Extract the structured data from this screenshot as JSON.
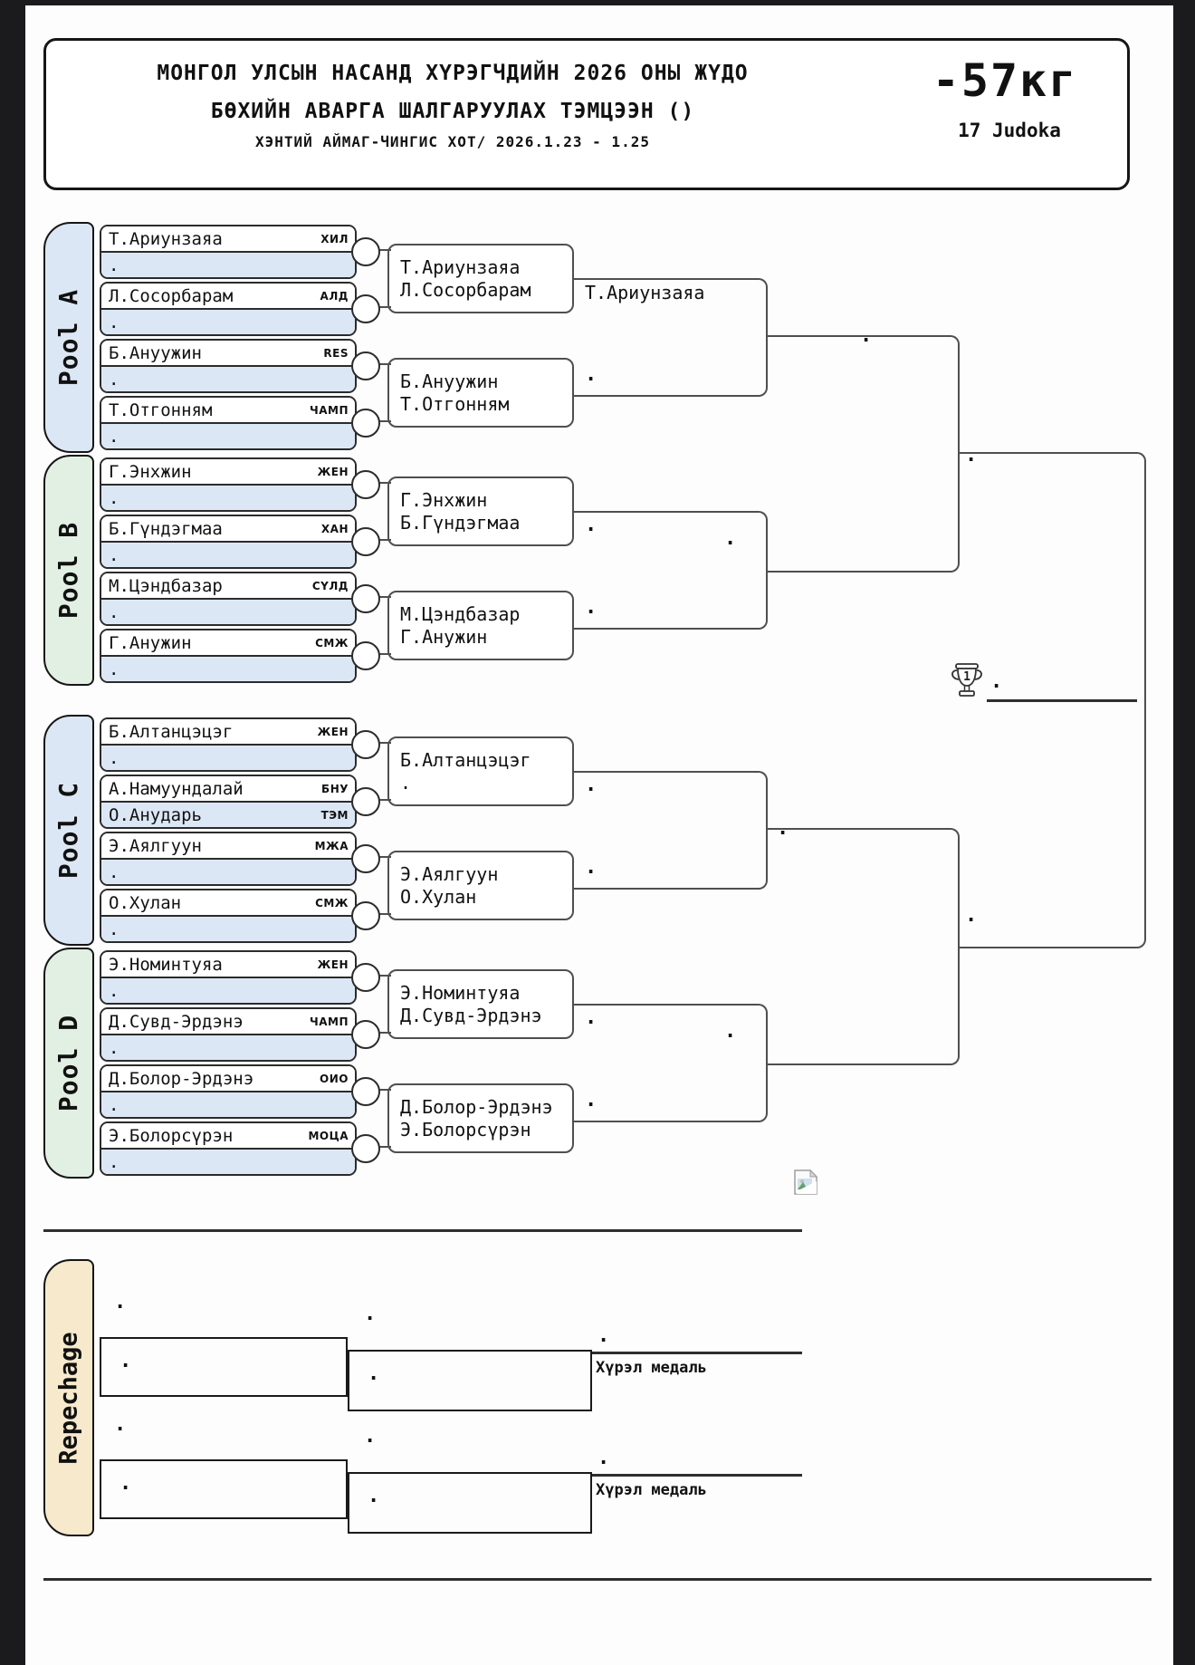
{
  "header": {
    "title_line1": "МОНГОЛ УЛСЫН НАСАНД ХҮРЭГЧДИЙН 2026 ОНЫ ЖҮДО",
    "title_line2": "БӨХИЙН АВАРГА ШАЛГАРУУЛАХ ТЭМЦЭЭН ()",
    "subtitle": "ХЭНТИЙ АЙМАГ-ЧИНГИС ХОТ/ 2026.1.23 - 1.25",
    "weight_class": "-57кг",
    "judoka_count": "17 Judoka"
  },
  "pools": [
    {
      "label": "Pool A",
      "entries": [
        {
          "name": "Т.Ариунзаяа",
          "club": "ХИЛ",
          "sub": ".",
          "sub_club": ""
        },
        {
          "name": "Л.Сосорбарам",
          "club": "АЛД",
          "sub": ".",
          "sub_club": ""
        },
        {
          "name": "Б.Ануужин",
          "club": "RES",
          "sub": ".",
          "sub_club": ""
        },
        {
          "name": "Т.Отгонням",
          "club": "ЧАМП",
          "sub": ".",
          "sub_club": ""
        }
      ]
    },
    {
      "label": "Pool B",
      "entries": [
        {
          "name": "Г.Энхжин",
          "club": "ЖЕН",
          "sub": ".",
          "sub_club": ""
        },
        {
          "name": "Б.Гүндэгмаа",
          "club": "ХАН",
          "sub": ".",
          "sub_club": ""
        },
        {
          "name": "М.Цэндбазар",
          "club": "СҮЛД",
          "sub": ".",
          "sub_club": ""
        },
        {
          "name": "Г.Анужин",
          "club": "СМЖ",
          "sub": ".",
          "sub_club": ""
        }
      ]
    },
    {
      "label": "Pool C",
      "entries": [
        {
          "name": "Б.Алтанцэцэг",
          "club": "ЖЕН",
          "sub": ".",
          "sub_club": ""
        },
        {
          "name": "А.Намуундалай",
          "club": "БНУ",
          "sub": "О.Анударь",
          "sub_club": "ТЭМ"
        },
        {
          "name": "Э.Аялгуун",
          "club": "МЖА",
          "sub": ".",
          "sub_club": ""
        },
        {
          "name": "О.Хулан",
          "club": "СМЖ",
          "sub": ".",
          "sub_club": ""
        }
      ]
    },
    {
      "label": "Pool D",
      "entries": [
        {
          "name": "Э.Номинтуяа",
          "club": "ЖЕН",
          "sub": ".",
          "sub_club": ""
        },
        {
          "name": "Д.Сувд-Эрдэнэ",
          "club": "ЧАМП",
          "sub": ".",
          "sub_club": ""
        },
        {
          "name": "Д.Болор-Эрдэнэ",
          "club": "ОИО",
          "sub": ".",
          "sub_club": ""
        },
        {
          "name": "Э.Болорсүрэн",
          "club": "МОЦА",
          "sub": ".",
          "sub_club": ""
        }
      ]
    }
  ],
  "quarterfinals": [
    {
      "a": "Т.Ариунзаяа",
      "b": "Л.Сосорбарам"
    },
    {
      "a": "Б.Ануужин",
      "b": "Т.Отгонням"
    },
    {
      "a": "Г.Энхжин",
      "b": "Б.Гүндэгмаа"
    },
    {
      "a": "М.Цэндбазар",
      "b": "Г.Анужин"
    },
    {
      "a": "Б.Алтанцэцэг",
      "b": "."
    },
    {
      "a": "Э.Аялгуун",
      "b": "О.Хулан"
    },
    {
      "a": "Э.Номинтуяа",
      "b": "Д.Сувд-Эрдэнэ"
    },
    {
      "a": "Д.Болор-Эрдэнэ",
      "b": "Э.Болорсүрэн"
    }
  ],
  "pool_finals": [
    {
      "top": "Т.Ариунзаяа",
      "bottom": "."
    },
    {
      "top": ".",
      "bottom": "."
    },
    {
      "top": ".",
      "bottom": "."
    },
    {
      "top": ".",
      "bottom": "."
    }
  ],
  "semifinals": [
    {
      "top": ".",
      "bottom": "."
    },
    {
      "top": ".",
      "bottom": "."
    }
  ],
  "final": {
    "top": ".",
    "bottom": ".",
    "trophy_number": "1",
    "champion": "."
  },
  "repechage": {
    "label": "Repechage",
    "brackets": [
      {
        "slot1": ".",
        "match1": ".",
        "slot2": ".",
        "match2": ".",
        "winner": ".",
        "medal": "Хүрэл медаль"
      },
      {
        "slot1": ".",
        "match1": ".",
        "slot2": ".",
        "match2": ".",
        "winner": ".",
        "medal": "Хүрэл медаль"
      }
    ]
  },
  "colors": {
    "pool_blue": "#dce7f5",
    "pool_green": "#e1f0e3",
    "repechage_tan": "#f6e9cc",
    "entry_row_blue": "#dce7f5",
    "line": "#4f4f4f"
  }
}
